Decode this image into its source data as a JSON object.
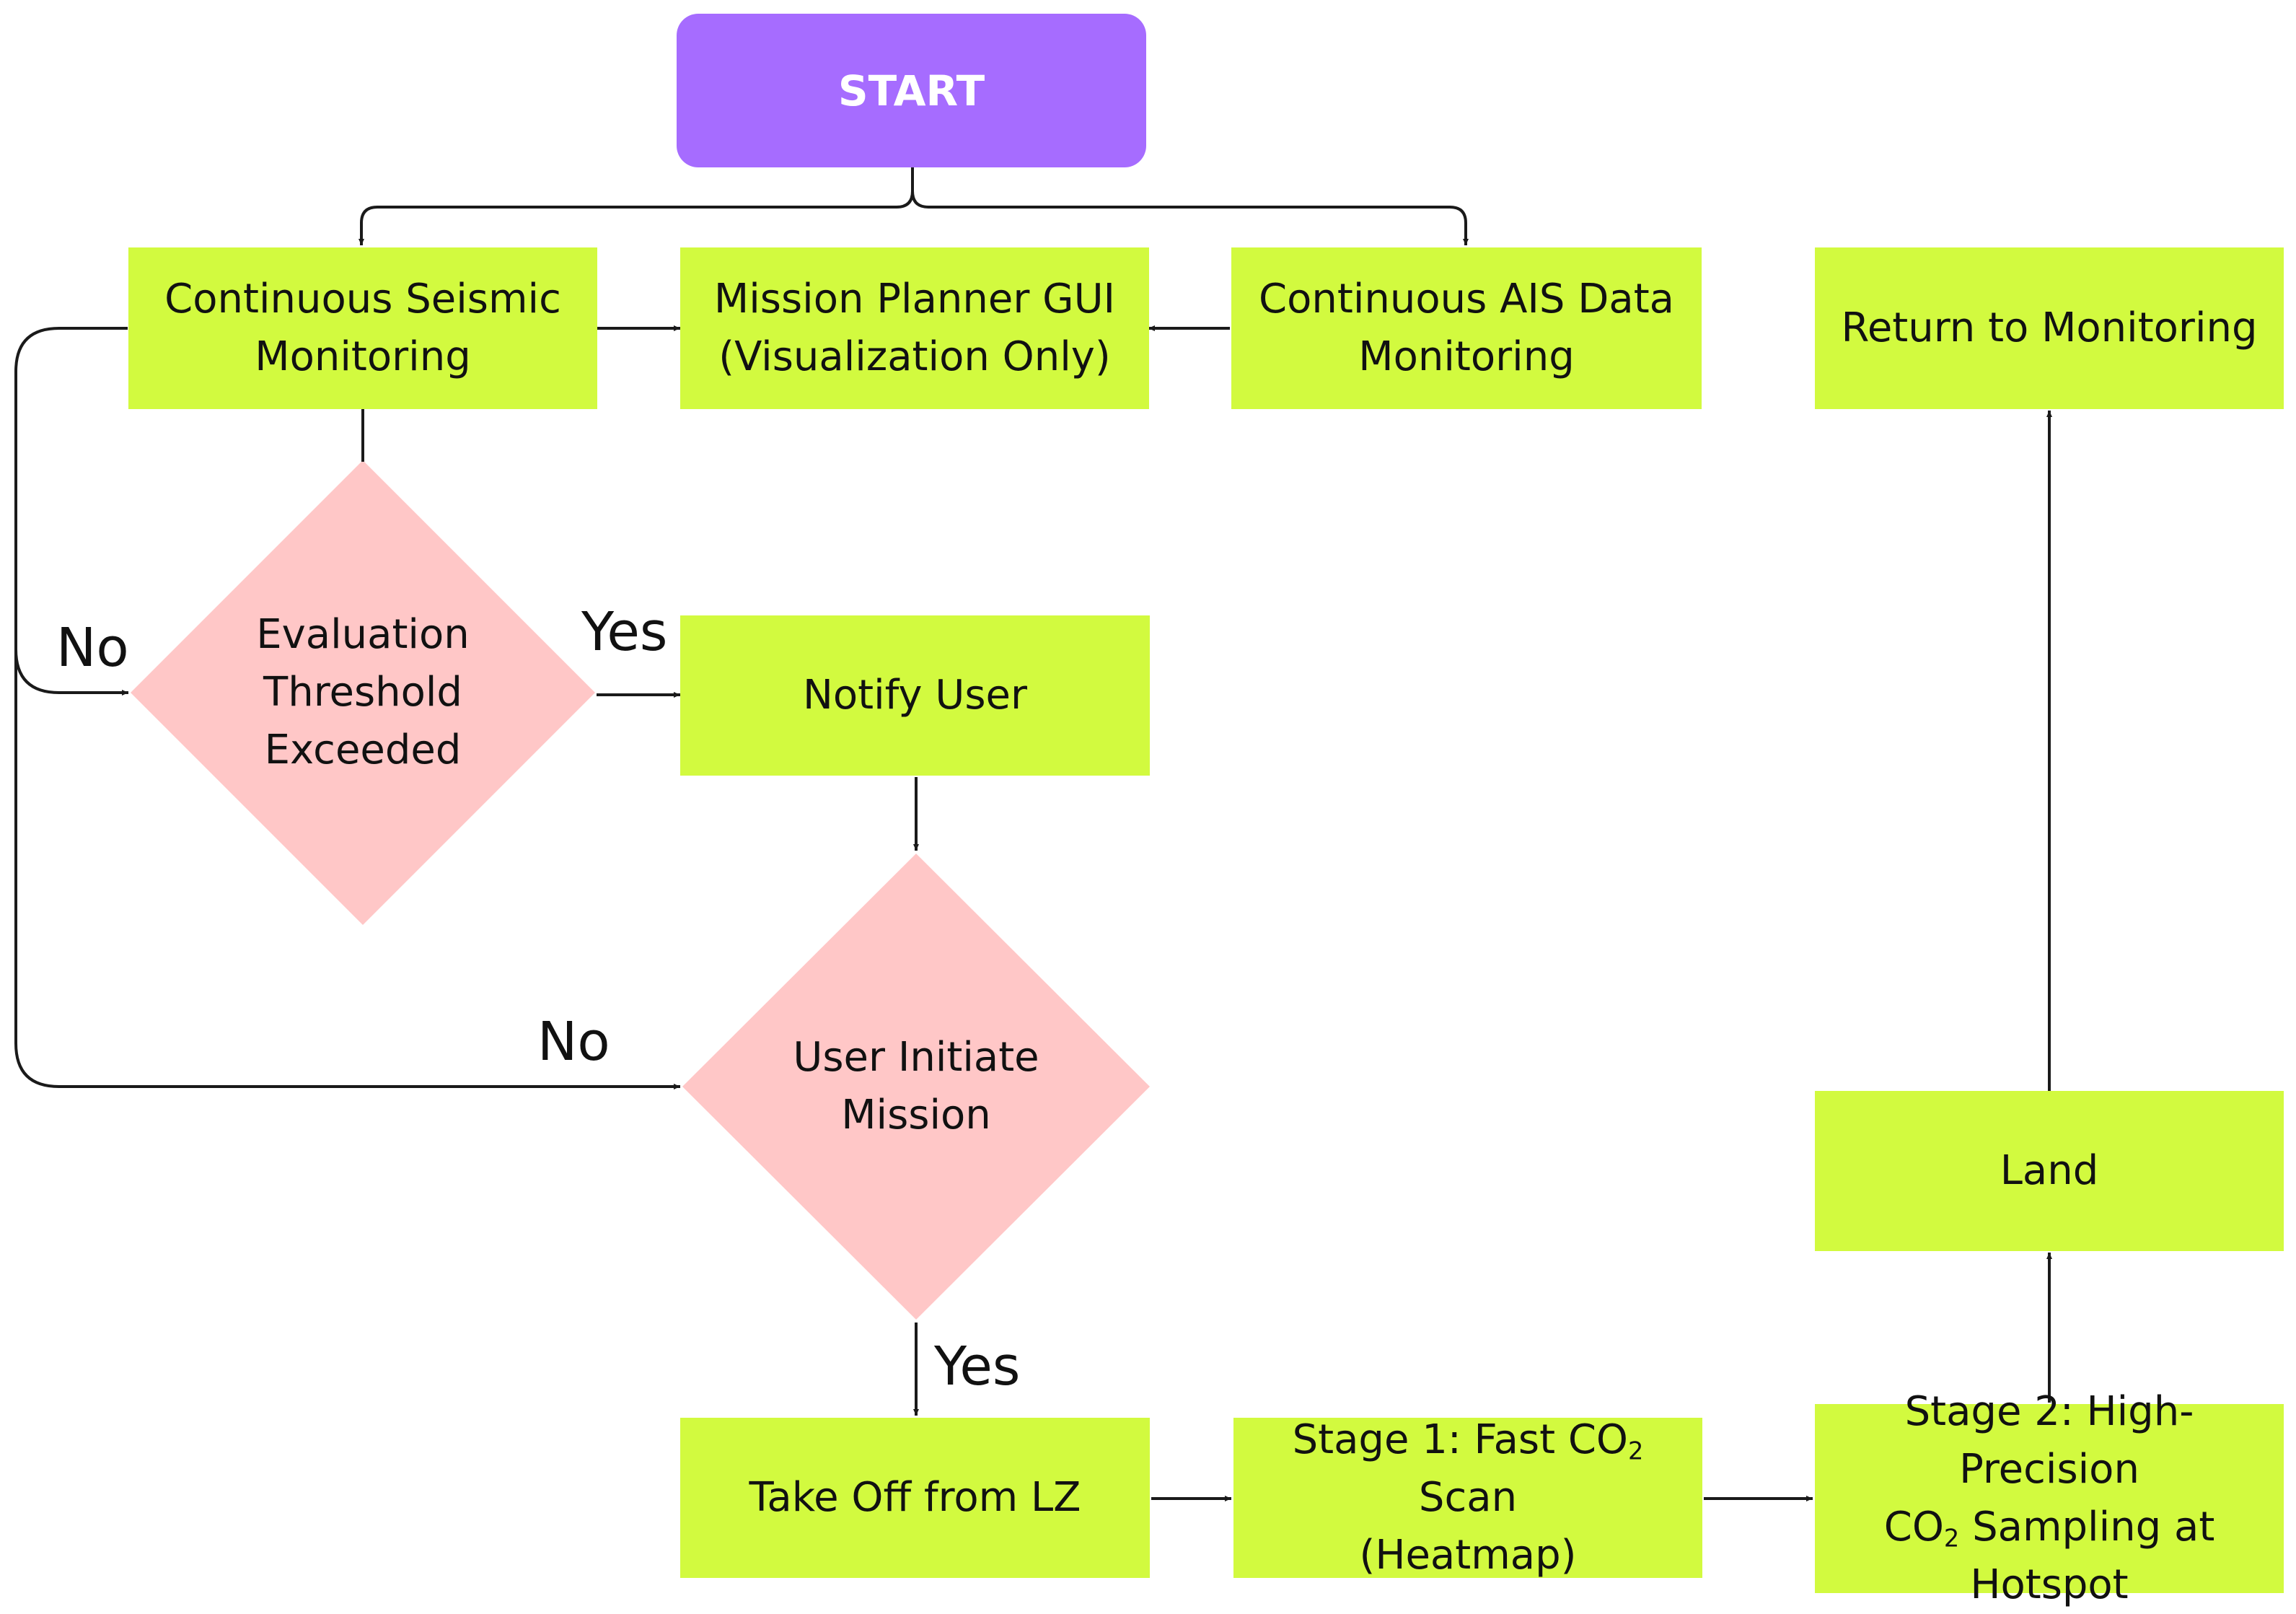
{
  "nodes": {
    "start": "START",
    "seismic": "Continuous Seismic Monitoring",
    "mission_planner": "Mission Planner GUI (Visualization Only)",
    "ais": "Continuous AIS Data Monitoring",
    "return": "Return to Monitoring",
    "threshold": "Evaluation Threshold Exceeded",
    "notify": "Notify User",
    "initiate": "User Initiate Mission",
    "land": "Land",
    "takeoff": "Take Off from LZ",
    "stage1": {
      "line1_pre": "Stage 1: Fast CO",
      "line1_sub": "2",
      "line1_post": " Scan",
      "line2": "(Heatmap)"
    },
    "stage2": {
      "line1": "Stage 2: High-Precision",
      "line2_pre": "CO",
      "line2_sub": "2",
      "line2_post": " Sampling at",
      "line3": "Hotspot"
    }
  },
  "edge_labels": {
    "threshold_no": "No",
    "threshold_yes": "Yes",
    "initiate_no": "No",
    "initiate_yes": "Yes"
  },
  "colors": {
    "start": "#a66cff",
    "process": "#d2fa3f",
    "decision": "#ffc7c7",
    "line": "#1a1a1a"
  }
}
